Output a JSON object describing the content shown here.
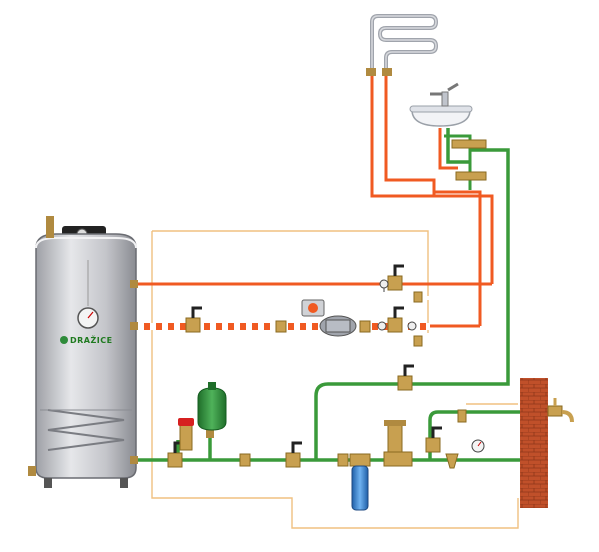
{
  "boiler": {
    "brand_logo_text": "DRAŽICE"
  },
  "colors": {
    "hot_pipe": "#f05a22",
    "cold_pipe": "#3a9a3a",
    "circulation_dashed": "#f05a22",
    "electrical_wire": "#f0c080",
    "tank_body": "#c8c8cc",
    "expansion_vessel": "#2e8b3a",
    "wall": "#c0502a",
    "filter_housing": "#2a7fd0"
  },
  "components": [
    "water-heater-tank",
    "expansion-vessel",
    "water-filter",
    "towel-radiator",
    "washbasin-mixer",
    "circulation-pump",
    "safety-valve",
    "pressure-reducer",
    "pressure-gauge",
    "thermometer",
    "shut-off-valve",
    "garden-tap"
  ]
}
